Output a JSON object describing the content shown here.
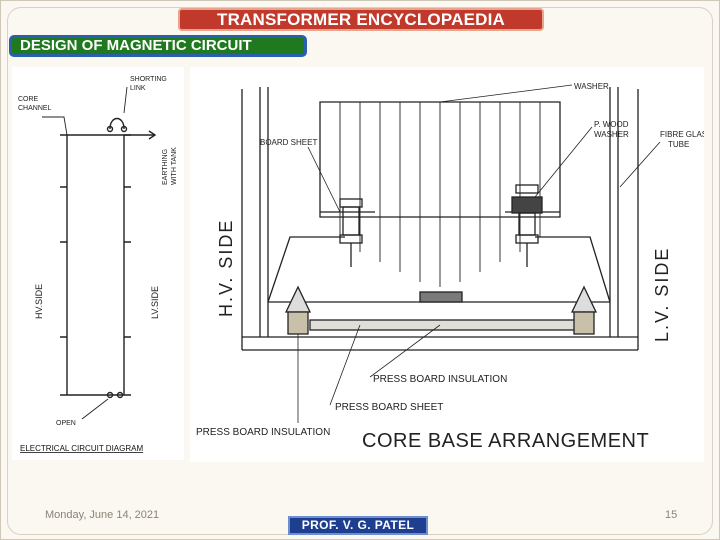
{
  "header": {
    "title": "TRANSFORMER ENCYCLOPAEDIA",
    "subtitle": "DESIGN OF MAGNETIC CIRCUIT"
  },
  "left_diagram": {
    "labels": {
      "core_channel_1": "CORE",
      "core_channel_2": "CHANNEL",
      "shorting_link_1": "SHORTING",
      "shorting_link_2": "LINK",
      "earthing_1": "EARTHING",
      "earthing_2": "WITH TANK",
      "hv_side": "HV.SIDE",
      "lv_side": "LV.SIDE",
      "open": "OPEN",
      "caption": "ELECTRICAL CIRCUIT DIAGRAM"
    }
  },
  "right_diagram": {
    "labels": {
      "washer": "WASHER",
      "p_wood_washer_1": "P. WOOD",
      "p_wood_washer_2": "WASHER",
      "fibre_glass_1": "FIBRE GLASS",
      "fibre_glass_2": "TUBE",
      "board_sheet": "BOARD SHEET",
      "hv_side": "H.V. SIDE",
      "lv_side": "L.V. SIDE",
      "press_board_insulation_1": "PRESS BOARD INSULATION",
      "press_board_sheet": "PRESS BOARD SHEET",
      "press_board_insulation_2": "PRESS BOARD INSULATION",
      "caption": "CORE BASE ARRANGEMENT"
    }
  },
  "footer": {
    "date": "Monday, June 14, 2021",
    "author": "PROF. V. G. PATEL",
    "page": "15"
  },
  "colors": {
    "title_bg": "#c0392b",
    "subtitle_bg": "#1f7a1f",
    "subtitle_border": "#2a5fb0",
    "author_bg": "#1e3f8f"
  }
}
